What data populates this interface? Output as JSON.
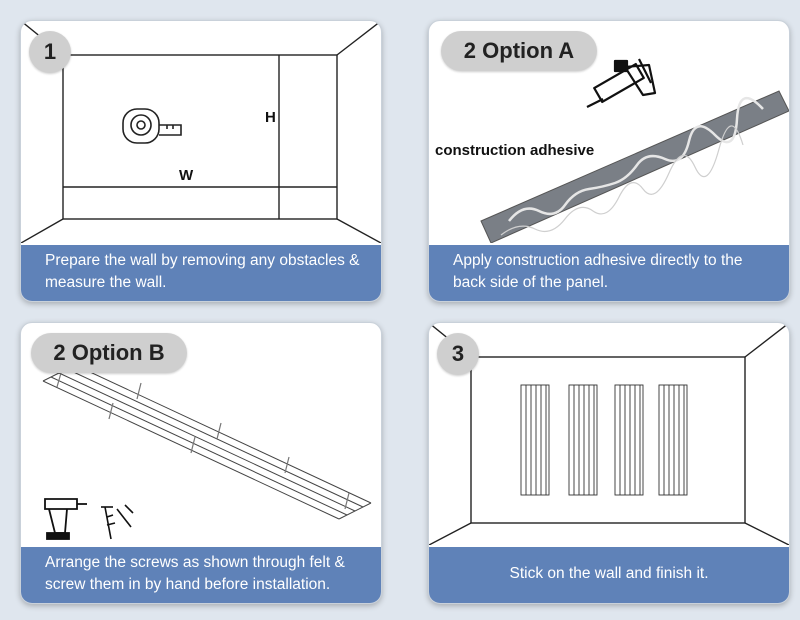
{
  "steps": [
    {
      "number": "1",
      "caption": "Prepare the wall by removing any obstacles & measure the wall.",
      "labels": {
        "height": "H",
        "width": "W"
      },
      "icon": "tape-measure-icon"
    },
    {
      "number": "2 Option A",
      "caption": "Apply construction adhesive directly to the back side of the panel.",
      "labels": {
        "adhesive": "construction adhesive"
      },
      "icon": "caulk-gun-icon"
    },
    {
      "number": "2 Option B",
      "caption": "Arrange the screws as shown through felt & screw them in by hand before installation.",
      "icons": [
        "drill-icon",
        "screw-icon"
      ]
    },
    {
      "number": "3",
      "caption": "Stick on the wall and finish it."
    }
  ],
  "colors": {
    "caption_bg": "#5f82b8",
    "background": "#dfe6ee",
    "pill_bg": "#cfcfcf",
    "panel_gray": "#7a7f86"
  }
}
